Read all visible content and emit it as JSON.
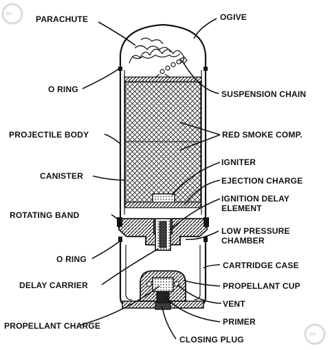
{
  "labels": {
    "parachute": "PARACHUTE",
    "ogive": "OGIVE",
    "o_ring_top": "O RING",
    "suspension_chain": "SUSPENSION CHAIN",
    "projectile_body": "PROJECTILE BODY",
    "red_smoke_comp": "RED SMOKE COMP.",
    "igniter": "IGNITER",
    "canister": "CANISTER",
    "ejection_charge": "EJECTION CHARGE",
    "ignition_delay_line1": "IGNITION DELAY",
    "ignition_delay_line2": "ELEMENT",
    "rotating_band": "ROTATING BAND",
    "low_pressure_line1": "LOW PRESSURE",
    "low_pressure_line2": "CHAMBER",
    "o_ring_bottom": "O RING",
    "cartridge_case": "CARTRIDGE CASE",
    "delay_carrier": "DELAY CARRIER",
    "propellant_cup": "PROPELLANT CUP",
    "vent": "VENT",
    "propellant_charge": "PROPELLANT CHARGE",
    "primer": "PRIMER",
    "closing_plug": "CLOSING PLUG"
  }
}
